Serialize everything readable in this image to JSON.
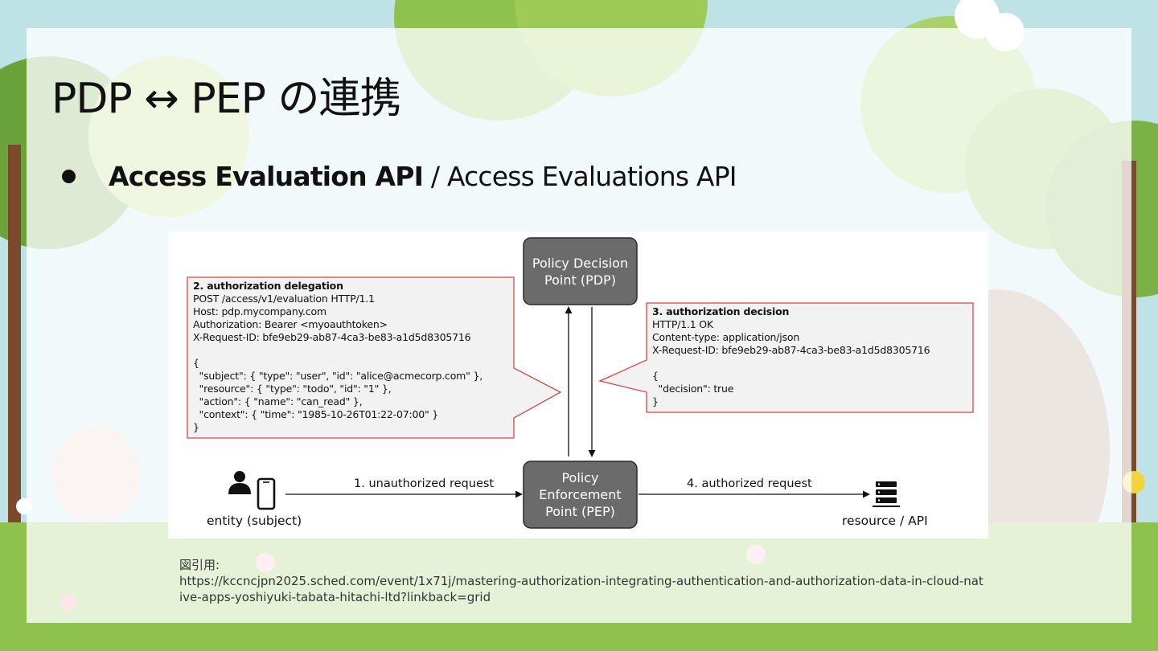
{
  "slide": {
    "title": "PDP ↔ PEP の連携",
    "bullet": {
      "bold_part": "Access Evaluation API",
      "normal_part": " / Access Evaluations API"
    }
  },
  "diagram": {
    "pdp_label": "Policy Decision\nPoint (PDP)",
    "pep_label": "Policy\nEnforcement\nPoint (PEP)",
    "request_callout": {
      "heading": "2. authorization delegation",
      "body": "POST /access/v1/evaluation HTTP/1.1\nHost: pdp.mycompany.com\nAuthorization: Bearer <myoauthtoken>\nX-Request-ID: bfe9eb29-ab87-4ca3-be83-a1d5d8305716\n\n{\n  \"subject\": { \"type\": \"user\", \"id\": \"alice@acmecorp.com\" },\n  \"resource\": { \"type\": \"todo\", \"id\": \"1\" },\n  \"action\": { \"name\": \"can_read\" },\n  \"context\": { \"time\": \"1985-10-26T01:22-07:00\" }\n}"
    },
    "response_callout": {
      "heading": "3. authorization decision",
      "body": "HTTP/1.1 OK\nContent-type: application/json\nX-Request-ID: bfe9eb29-ab87-4ca3-be83-a1d5d8305716\n\n{\n  \"decision\": true\n}"
    },
    "step1_label": "1. unauthorized request",
    "step4_label": "4. authorized request",
    "entity_label": "entity (subject)",
    "resource_label": "resource / API",
    "icons": [
      "person-icon",
      "phone-icon",
      "server-icon"
    ],
    "colors": {
      "box_fill": "#6b6b6b",
      "callout_border": "#d64545",
      "callout_fill": "#f2f2f2"
    }
  },
  "source": {
    "prefix": "図引用:",
    "url": "https://kccncjpn2025.sched.com/event/1x71j/mastering-authorization-integrating-authentication-and-authorization-data-in-cloud-native-apps-yoshiyuki-tabata-hitachi-ltd?linkback=grid"
  }
}
